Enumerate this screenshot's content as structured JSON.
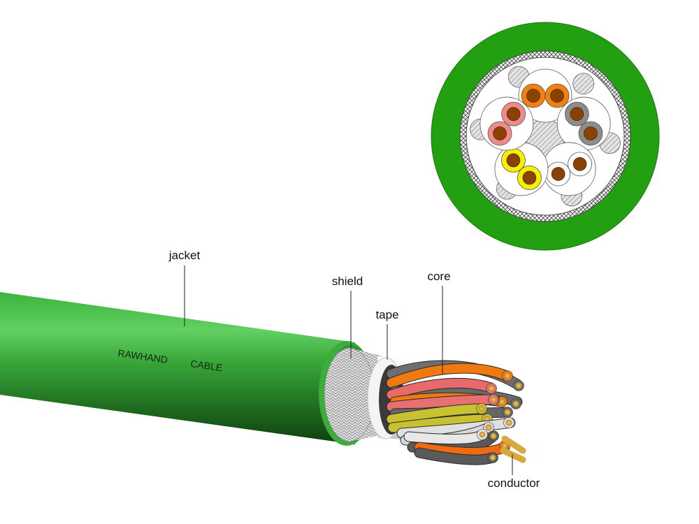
{
  "diagram": {
    "type": "cable-structure",
    "cable_print": [
      "RAWHAND",
      "CABLE"
    ],
    "labels": {
      "jacket": "jacket",
      "shield": "shield",
      "tape": "tape",
      "core": "core",
      "conductor": "conductor"
    },
    "cross_section": {
      "pairs": [
        {
          "name": "orange-pair",
          "color": "#f08010"
        },
        {
          "name": "gray-pair",
          "color": "#8c8c8c"
        },
        {
          "name": "white-pair",
          "color": "#ffffff"
        },
        {
          "name": "yellow-pair",
          "color": "#f4f000"
        },
        {
          "name": "pink-pair",
          "color": "#f08a8a"
        }
      ],
      "conductor_color": "#8a4200",
      "jacket_color": "#22a012",
      "filler_count": 6
    },
    "colors": {
      "jacket": "#3cb43c",
      "jacket_dark": "#145a14",
      "shield": "#d8d8d8",
      "tape": "#f2f2f2",
      "copper": "#d8a840"
    }
  }
}
